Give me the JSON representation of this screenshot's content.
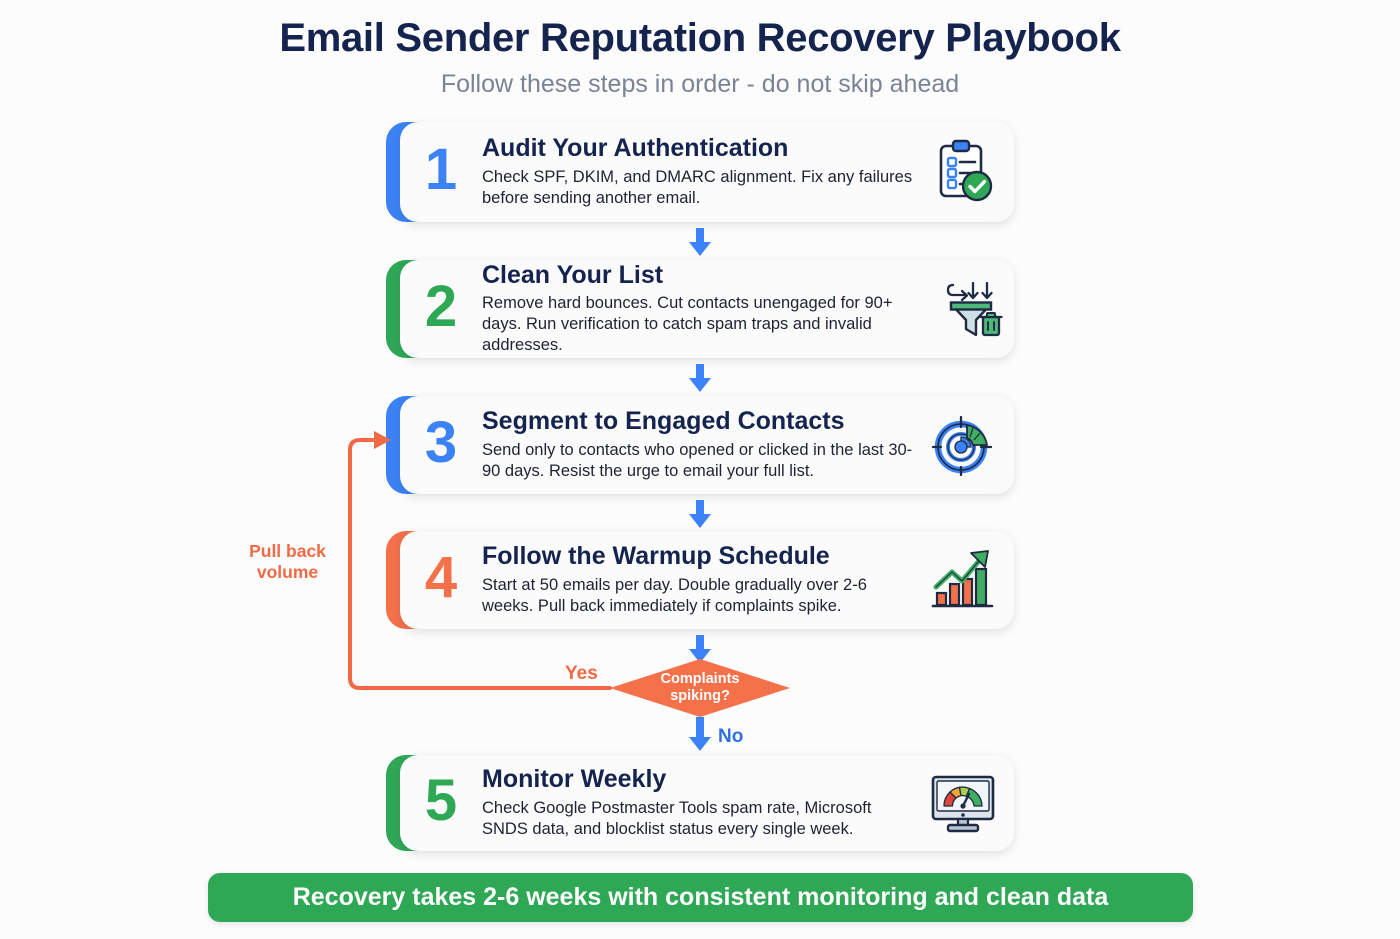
{
  "header": {
    "title": "Email Sender Reputation Recovery Playbook",
    "subtitle": "Follow these steps in order - do not skip ahead"
  },
  "colors": {
    "blue": "#3b82f6",
    "green": "#2fa856",
    "orange": "#f4714a",
    "navy": "#15244f",
    "gray": "#7a8396",
    "background": "#fcfcfc"
  },
  "steps": [
    {
      "number": "1",
      "title": "Audit Your Authentication",
      "desc": "Check SPF, DKIM, and DMARC alignment. Fix any failures before sending another email.",
      "accent": "#3b82f6",
      "icon": "clipboard-check-icon"
    },
    {
      "number": "2",
      "title": "Clean Your List",
      "desc": "Remove hard bounces. Cut contacts unengaged for 90+ days. Run verification to catch spam traps and invalid addresses.",
      "accent": "#2fa856",
      "icon": "funnel-trash-icon"
    },
    {
      "number": "3",
      "title": "Segment to Engaged Contacts",
      "desc": "Send only to contacts who opened or clicked in the last 30-90 days. Resist the urge to email your full list.",
      "accent": "#3b82f6",
      "icon": "target-pie-icon"
    },
    {
      "number": "4",
      "title": "Follow the Warmup Schedule",
      "desc": "Start at 50 emails per day. Double gradually over 2-6 weeks. Pull back immediately if complaints spike.",
      "accent": "#f4714a",
      "icon": "growth-chart-icon"
    },
    {
      "number": "5",
      "title": "Monitor Weekly",
      "desc": "Check Google Postmaster Tools spam rate, Microsoft SNDS data, and blocklist status every single week.",
      "accent": "#2fa856",
      "icon": "monitor-gauge-icon"
    }
  ],
  "decision": {
    "line1": "Complaints",
    "line2": "spiking?",
    "yes_label": "Yes",
    "no_label": "No",
    "loop_label_line1": "Pull back",
    "loop_label_line2": "volume"
  },
  "footer": {
    "text": "Recovery takes 2-6 weeks with consistent monitoring and clean data"
  }
}
